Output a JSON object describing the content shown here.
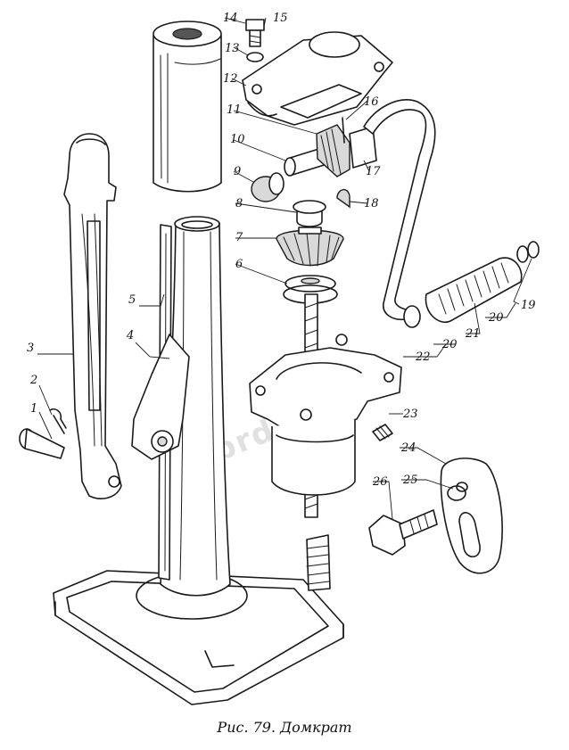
{
  "caption": "Рис. 79. Домкрат",
  "watermark": "sinbrd-too.kz",
  "callouts": [
    "1",
    "2",
    "3",
    "4",
    "5",
    "6",
    "7",
    "8",
    "9",
    "10",
    "11",
    "12",
    "13",
    "14",
    "15",
    "16",
    "17",
    "18",
    "19",
    "20",
    "20",
    "21",
    "22",
    "23",
    "24",
    "25",
    "26"
  ]
}
